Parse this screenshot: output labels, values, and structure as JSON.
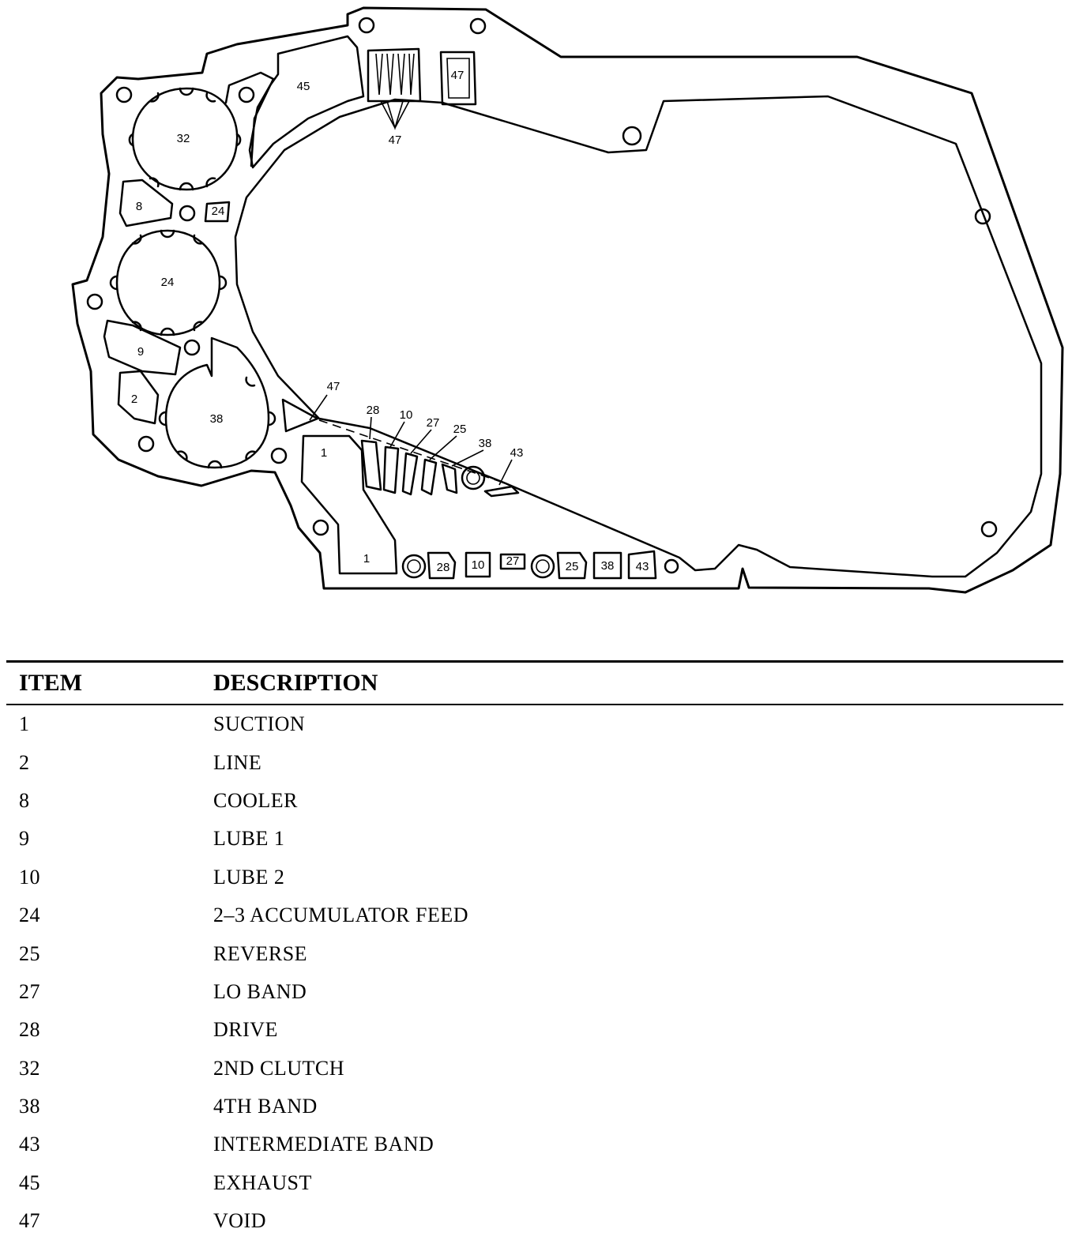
{
  "diagram": {
    "labels": {
      "l32": "32",
      "l45": "45",
      "l47_box": "47",
      "l47_top": "47",
      "l8": "8",
      "l24_small": "24",
      "l24": "24",
      "l9": "9",
      "l2": "2",
      "l38": "38",
      "l47_mid": "47",
      "l28": "28",
      "l10": "10",
      "l27": "27",
      "l25": "25",
      "l38b": "38",
      "l43": "43",
      "l1_top": "1",
      "l1_bottom": "1",
      "b28": "28",
      "b10": "10",
      "b27": "27",
      "b25": "25",
      "b38": "38",
      "b43": "43"
    }
  },
  "legend": {
    "header": {
      "item": "ITEM",
      "description": "DESCRIPTION"
    },
    "rows": [
      {
        "item": "1",
        "description": "SUCTION"
      },
      {
        "item": "2",
        "description": "LINE"
      },
      {
        "item": "8",
        "description": "COOLER"
      },
      {
        "item": "9",
        "description": "LUBE 1"
      },
      {
        "item": "10",
        "description": "LUBE 2"
      },
      {
        "item": "24",
        "description": "2–3 ACCUMULATOR FEED"
      },
      {
        "item": "25",
        "description": "REVERSE"
      },
      {
        "item": "27",
        "description": "LO BAND"
      },
      {
        "item": "28",
        "description": "DRIVE"
      },
      {
        "item": "32",
        "description": "2ND CLUTCH"
      },
      {
        "item": "38",
        "description": "4TH BAND"
      },
      {
        "item": "43",
        "description": "INTERMEDIATE BAND"
      },
      {
        "item": "45",
        "description": "EXHAUST"
      },
      {
        "item": "47",
        "description": "VOID"
      }
    ]
  }
}
